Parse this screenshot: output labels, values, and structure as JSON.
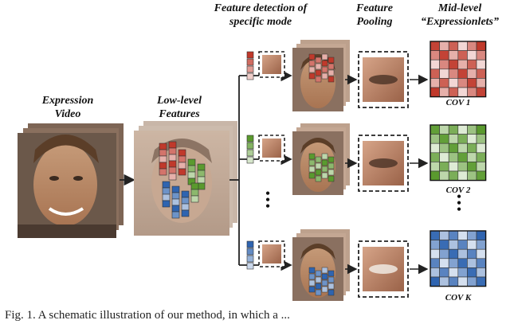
{
  "labels": {
    "expression_video": [
      "Expression",
      "Video"
    ],
    "low_level": [
      "Low-level",
      "Features"
    ],
    "feature_detection": [
      "Feature detection of",
      "specific mode"
    ],
    "feature_pooling": [
      "Feature",
      "Pooling"
    ],
    "mid_level": [
      "Mid-level",
      "“Expressionlets”"
    ]
  },
  "covariance_labels": [
    "COV 1",
    "COV 2",
    "COV K"
  ],
  "ellipsis": [
    "•",
    "•",
    "•"
  ],
  "caption": "Fig. 1.  A schematic illustration of our method, in which a ...",
  "colors": {
    "mode_red": "#c0392b",
    "mode_green": "#5a9a2e",
    "mode_blue": "#2f64b0",
    "arrow": "#222222"
  },
  "icons": [
    "face-thumbnail",
    "eye-patch",
    "nose-patch",
    "mouth-patch",
    "covariance-matrix"
  ]
}
